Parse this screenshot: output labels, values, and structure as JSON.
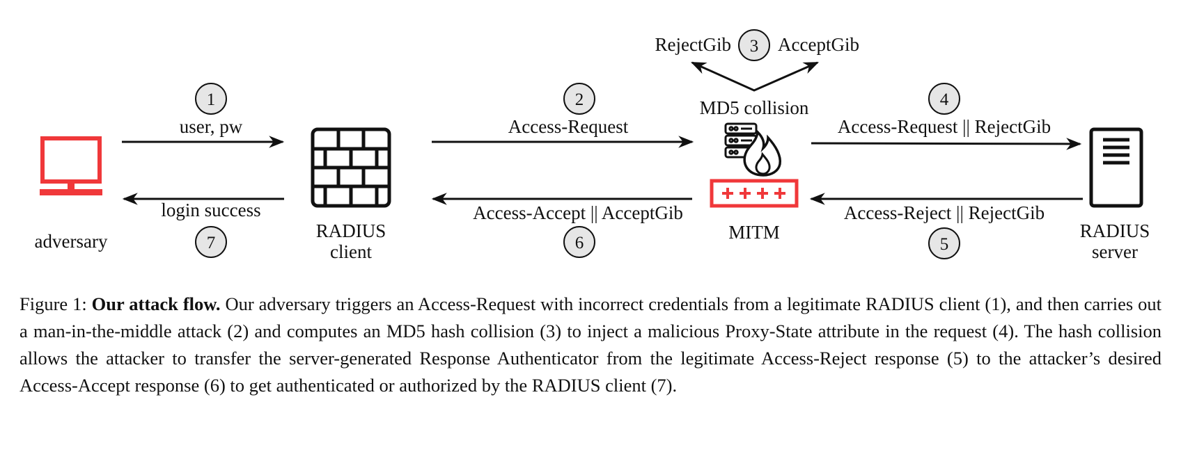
{
  "colors": {
    "accent": "#f0383a",
    "line": "#111111",
    "badge_fill": "#e6e6e6"
  },
  "nodes": {
    "adversary": {
      "label": "adversary",
      "icon": "computer-monitor-icon"
    },
    "radius_client": {
      "label_line1": "RADIUS",
      "label_line2": "client",
      "icon": "firewall-icon"
    },
    "mitm": {
      "label": "MITM",
      "top_label": "MD5 collision",
      "icon": "server-fire-router-icon"
    },
    "radius_server": {
      "label_line1": "RADIUS",
      "label_line2": "server",
      "icon": "server-tower-icon"
    }
  },
  "collision": {
    "left": "RejectGib",
    "step": "3",
    "right": "AcceptGib"
  },
  "flows": [
    {
      "step": "1",
      "label": "user, pw"
    },
    {
      "step": "2",
      "label": "Access-Request"
    },
    {
      "step": "4",
      "label": "Access-Request || RejectGib"
    },
    {
      "step": "5",
      "label": "Access-Reject || RejectGib"
    },
    {
      "step": "6",
      "label": "Access-Accept || AcceptGib"
    },
    {
      "step": "7",
      "label": "login success"
    }
  ],
  "caption": {
    "prefix": "Figure 1: ",
    "bold": "Our attack flow.",
    "text": " Our adversary triggers an Access-Request with incorrect credentials from a legitimate RADIUS client (1), and then carries out a man-in-the-middle attack (2) and computes an MD5 hash collision (3) to inject a malicious Proxy-State attribute in the request (4). The hash collision allows the attacker to transfer the server-generated Response Authenticator from the legitimate Access-Reject response (5) to the attacker’s desired Access-Accept response (6) to get authenticated or authorized by the RADIUS client (7)."
  }
}
